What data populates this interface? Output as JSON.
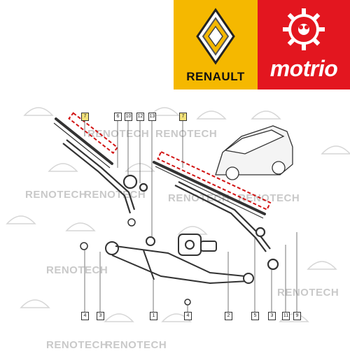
{
  "brands": {
    "renault": {
      "name": "RENAULT",
      "color": "#f5b800"
    },
    "motrio": {
      "name": "motrio",
      "color": "#e3161f"
    }
  },
  "watermark_text": "RENOTECH",
  "callouts_top": [
    {
      "id": "arm-left-label",
      "text": "7",
      "highlight": true
    },
    {
      "id": "nut-cap-label",
      "text": "6",
      "highlight": false
    },
    {
      "id": "spindle-cap-label",
      "text": "10",
      "highlight": false
    },
    {
      "id": "washer-label",
      "text": "12",
      "highlight": false
    },
    {
      "id": "bolt-label",
      "text": "13",
      "highlight": false
    },
    {
      "id": "blade-right-label",
      "text": "7",
      "highlight": true
    }
  ],
  "callouts_bottom": [
    {
      "id": "nut-left-label",
      "text": "4",
      "highlight": false
    },
    {
      "id": "cap-left-label",
      "text": "3",
      "highlight": false
    },
    {
      "id": "linkage-label",
      "text": "1",
      "highlight": false
    },
    {
      "id": "grommet-label",
      "text": "4",
      "highlight": false
    },
    {
      "id": "motor-label",
      "text": "2",
      "highlight": false
    },
    {
      "id": "arm-right-label",
      "text": "5",
      "highlight": false
    },
    {
      "id": "cap-right-label",
      "text": "3",
      "highlight": false
    },
    {
      "id": "nut-right-label",
      "text": "11",
      "highlight": false
    },
    {
      "id": "washer-right-label",
      "text": "9",
      "highlight": false
    }
  ]
}
